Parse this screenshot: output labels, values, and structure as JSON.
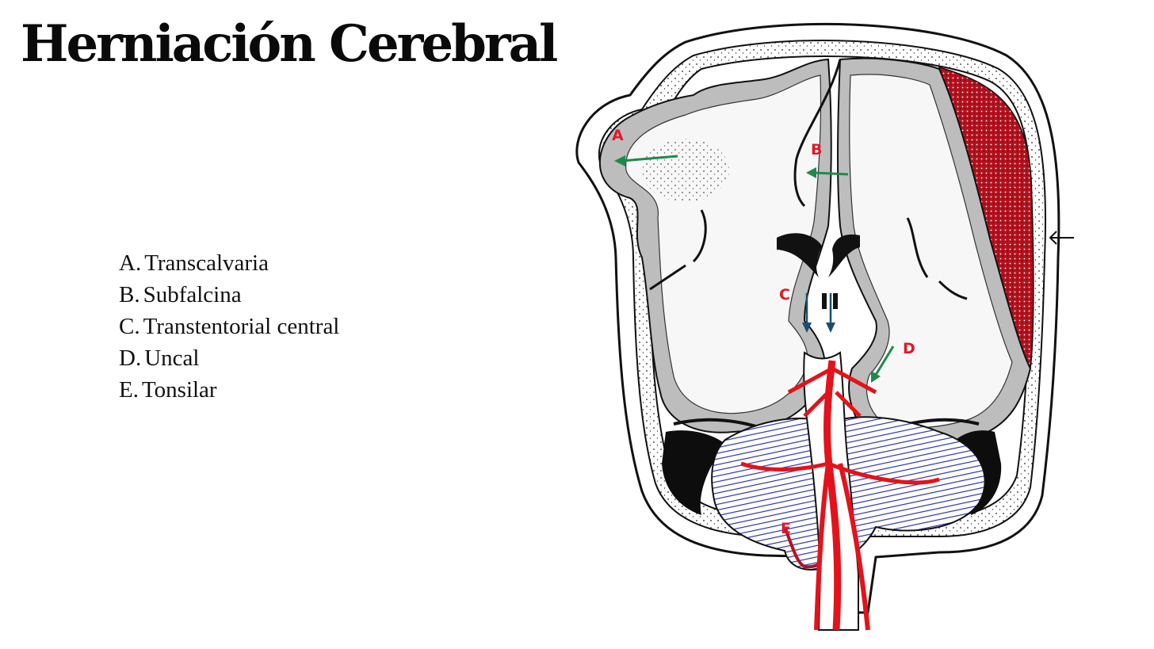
{
  "title": "Herniación Cerebral",
  "legend": [
    {
      "letter": "A.",
      "name": "Transcalvaria"
    },
    {
      "letter": "B.",
      "name": "Subfalcina"
    },
    {
      "letter": "C.",
      "name": "Transtentorial central"
    },
    {
      "letter": "D.",
      "name": "Uncal"
    },
    {
      "letter": "E.",
      "name": "Tonsilar"
    }
  ],
  "diagram": {
    "labels": {
      "a": "A",
      "b": "B",
      "c": "C",
      "d": "D",
      "e": "E"
    },
    "colors": {
      "label": "#e0192b",
      "arrow": "#1e8a4a",
      "hematoma": "#b3121f",
      "cerebellum": "#2b36a6",
      "vessels": "#e4121b",
      "white_matter": "#f7f7f7",
      "gray_matter": "#bdbdbd"
    }
  }
}
